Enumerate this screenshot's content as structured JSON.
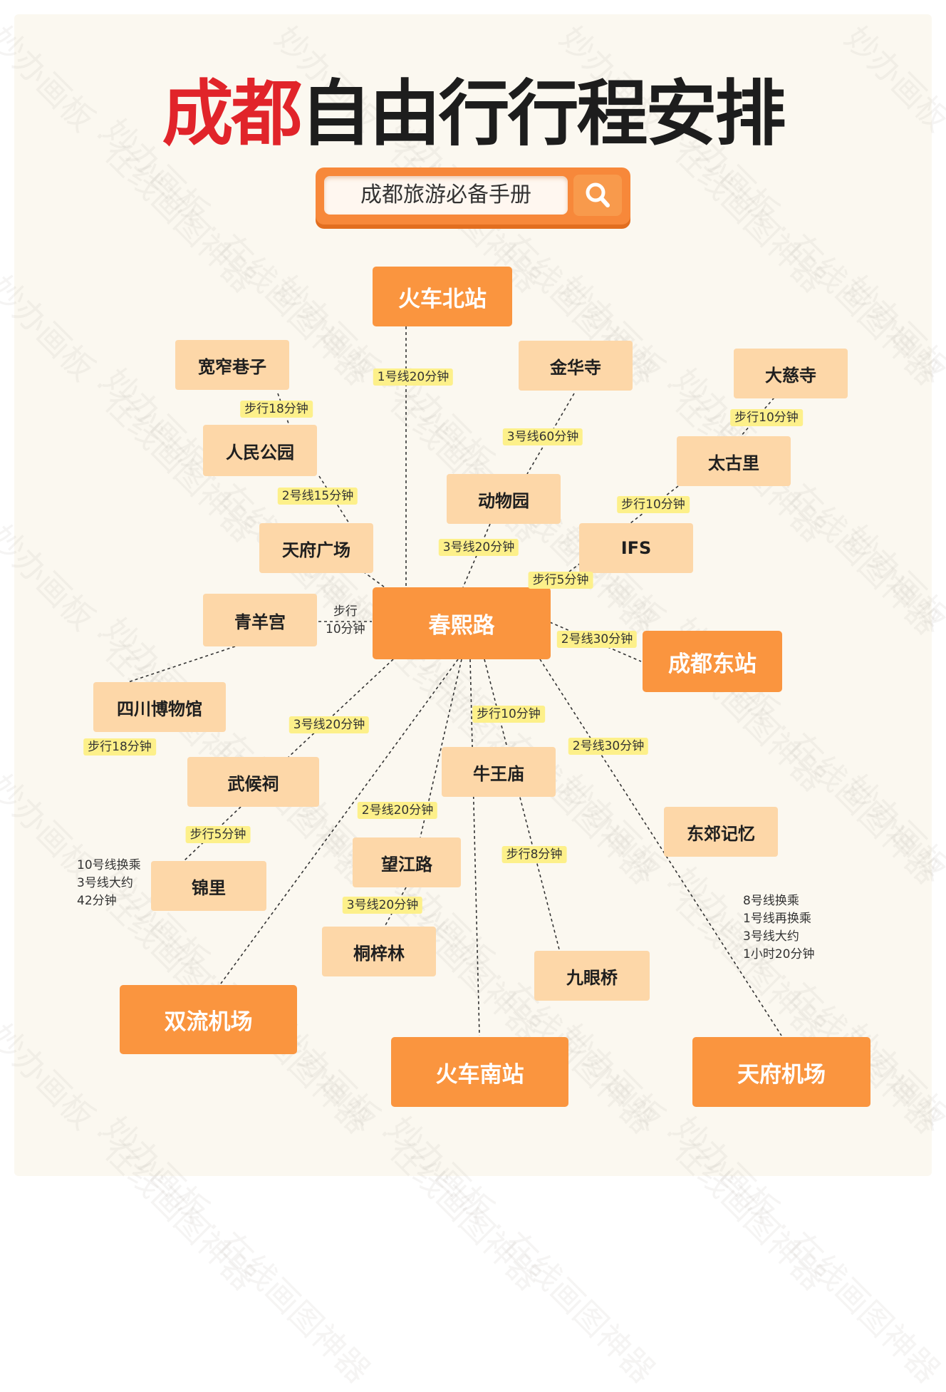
{
  "header": {
    "title_red": "成都",
    "title_dark": "自由行行程安排",
    "search_text": "成都旅游必备手册"
  },
  "watermark": "妙办画板 · 在线画图神器",
  "nodes": {
    "huoche_bei": "火车北站",
    "kuanzhai": "宽窄巷子",
    "jinhua": "金华寺",
    "daci": "大慈寺",
    "renmin": "人民公园",
    "taiguli": "太古里",
    "dongwuyuan": "动物园",
    "tianfu_gc": "天府广场",
    "ifs": "IFS",
    "qingyang": "青羊宫",
    "chunxi": "春熙路",
    "dongzhan": "成都东站",
    "bowuguan": "四川博物馆",
    "wuhou": "武候祠",
    "niuwang": "牛王庙",
    "dongjiao": "东郊记忆",
    "jinli": "锦里",
    "wangjiang": "望江路",
    "tongzilin": "桐梓林",
    "jiuyan": "九眼桥",
    "shuangliu": "双流机场",
    "huoche_nan": "火车南站",
    "tianfu_jc": "天府机场"
  },
  "tags": {
    "t1": "1号线20分钟",
    "t2": "步行18分钟",
    "t3": "3号线60分钟",
    "t4": "步行10分钟",
    "t5": "2号线15分钟",
    "t6": "步行10分钟",
    "t7": "3号线20分钟",
    "t8": "步行5分钟",
    "t9": "2号线30分钟",
    "t10": "步行10分钟",
    "t11": "3号线20分钟",
    "t12": "步行18分钟",
    "t13": "2号线30分钟",
    "t14": "2号线20分钟",
    "t15": "步行5分钟",
    "t16": "步行8分钟",
    "t17": "3号线20分钟"
  },
  "notes": {
    "qingyang_walk": "步行\n10分钟",
    "jinli_route": "10号线换乘\n3号线大约\n42分钟",
    "tianfu_route": "8号线换乘\n1号线再换乘\n3号线大约\n1小时20分钟"
  },
  "colors": {
    "title_red": "#e1242a",
    "title_dark": "#1d1d1d",
    "major_node": "#fa953f",
    "minor_node": "#fdd7a8",
    "tag_bg": "#fdf08a",
    "background": "#fbf8f0"
  },
  "icons": {
    "search_button": "magnifier-icon"
  }
}
